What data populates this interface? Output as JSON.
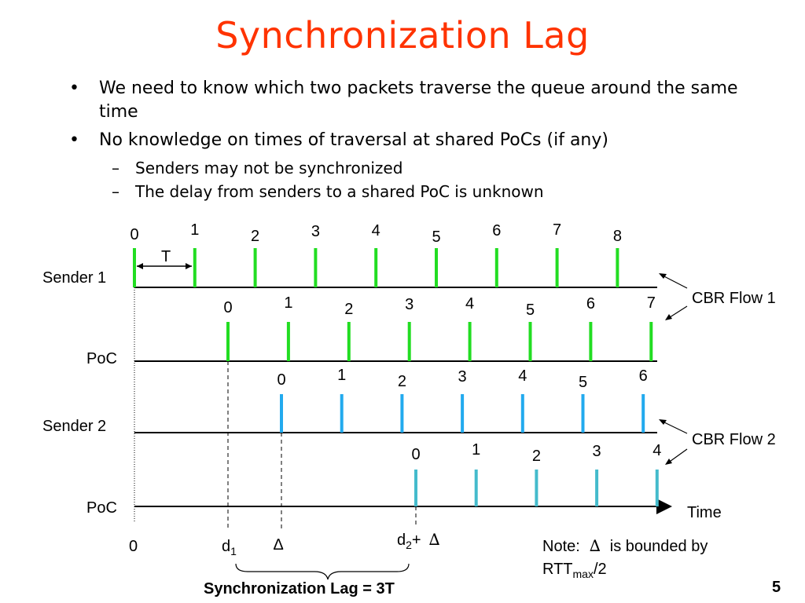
{
  "slide": {
    "title": "Synchronization Lag",
    "bullets": [
      {
        "text": "We need to know which two packets traverse the queue around the same time",
        "sub": []
      },
      {
        "text": "No knowledge on times of traversal at shared PoCs (if any)",
        "sub": [
          "Senders may not be synchronized",
          "The delay from senders to a shared PoC is unknown"
        ]
      }
    ],
    "page_number": "5"
  },
  "diagram": {
    "rows": {
      "sender1": "Sender 1",
      "poc1": "PoC",
      "sender2": "Sender 2",
      "poc2": "PoC"
    },
    "sender1_ticks": [
      "0",
      "1",
      "2",
      "3",
      "4",
      "5",
      "6",
      "7",
      "8"
    ],
    "poc1_ticks": [
      "0",
      "1",
      "2",
      "3",
      "4",
      "5",
      "6",
      "7"
    ],
    "sender2_ticks": [
      "0",
      "1",
      "2",
      "3",
      "4",
      "5",
      "6"
    ],
    "poc2_ticks": [
      "0",
      "1",
      "2",
      "3",
      "4"
    ],
    "period_label": "T",
    "flow1_label": "CBR Flow 1",
    "flow2_label": "CBR Flow 2",
    "time_label": "Time",
    "origin_label": "0",
    "d1": "d",
    "d1_sub": "1",
    "delta": "∆",
    "d2": "d",
    "d2_sub": "2",
    "d2_suffix": "+",
    "note_prefix": "Note:",
    "note_suffix": "is bounded by",
    "rtt": "RTT",
    "rtt_sub": "max",
    "rtt_suffix": "/2",
    "sync_lag": "Synchronization Lag = 3T",
    "colors": {
      "title": "#ff3300",
      "green": "#22dd22",
      "blue": "#22aaee",
      "teal": "#44bbcc"
    }
  }
}
